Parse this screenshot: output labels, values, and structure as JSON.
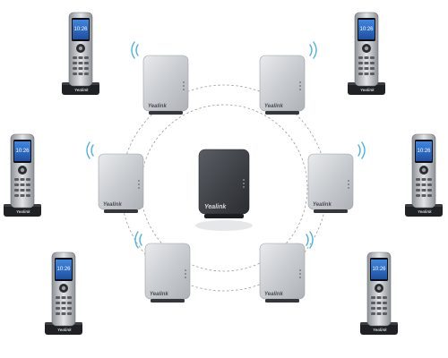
{
  "brand": {
    "name": "Yealink"
  },
  "handset": {
    "clock": "10:26",
    "screen_color": "#2f6fd0"
  },
  "colors": {
    "base_dark": "#3c3f44",
    "repeater_silver": "#c9ccd0",
    "signal": "#4fb3d9",
    "link_line": "#9a9a9a"
  },
  "scene": {
    "base_station": "base-station",
    "repeater_count": 6,
    "handset_count": 6
  }
}
